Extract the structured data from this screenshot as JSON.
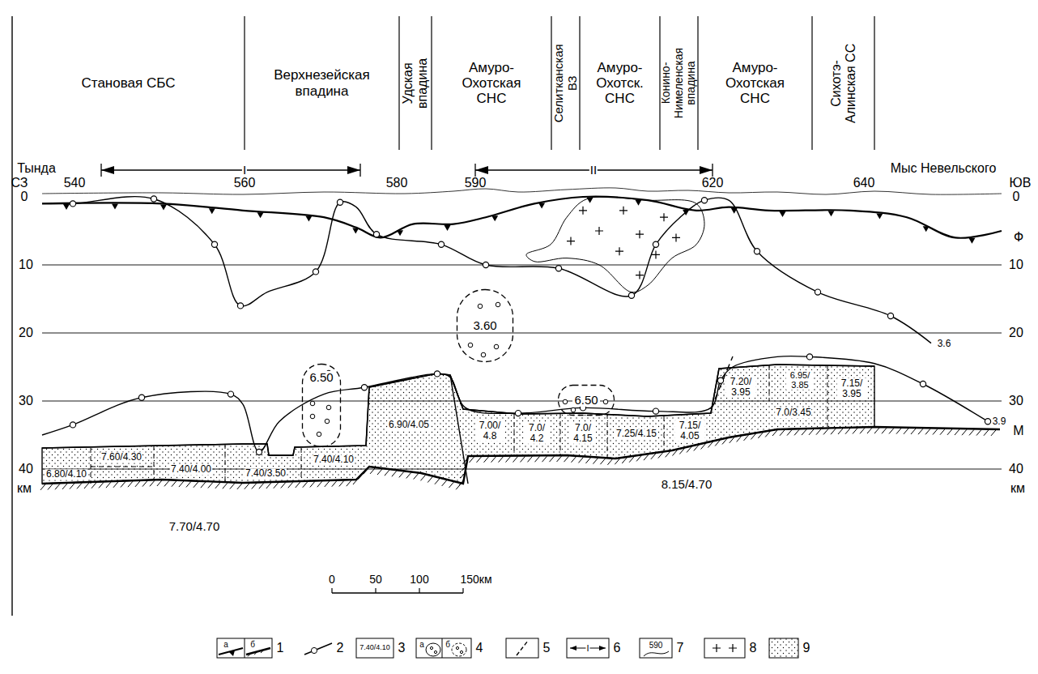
{
  "diagram": {
    "nodes": [
      {
        "text": [
          "Становая СБС"
        ]
      },
      {
        "text": [
          "Верхнезейская впадина"
        ]
      },
      {
        "text": [
          "Удская впадина"
        ]
      },
      {
        "text": [
          "Амуро-Охотская СНС"
        ]
      },
      {
        "text": [
          "Селитканская ВЗ"
        ]
      },
      {
        "text": [
          "Амуро-Охотск. СНС"
        ]
      },
      {
        "text": [
          "Конино-Нимеленская впадина"
        ]
      },
      {
        "text": [
          "Амуро-Охотская СНС"
        ]
      },
      {
        "text": [
          "Сихотэ-Алинская СС"
        ]
      },
      {
        "text": [
          "3.60"
        ]
      },
      {
        "text": [
          "6.50"
        ]
      },
      {
        "text": [
          "6.50"
        ]
      }
    ],
    "labels": [
      "Тында",
      "Мыс Невельского",
      "СЗ",
      "540",
      "560",
      "580",
      "590",
      "620",
      "640",
      "ЮВ",
      "I",
      "II",
      "0",
      "10",
      "20",
      "30",
      "40",
      "км",
      "0",
      "10",
      "20",
      "30",
      "40",
      "км",
      "Ф",
      "3.6",
      "3.9",
      "М",
      "7.60/4.30",
      "6.80/4.10",
      "7.40/4.00",
      "7.40/3.50",
      "7.40/4.10",
      "6.90/4.05",
      "7.00/ 4.8",
      "7.0/ 4.2",
      "7.0/ 4.15",
      "7.25/4.15",
      "7.15/ 4.05",
      "7.20/ 3.95",
      "6.95/ 3.85",
      "7.15/ 3.95",
      "7.0/3.45",
      "8.15/4.70",
      "7.70/4.70",
      "0",
      "50",
      "100",
      "150км",
      "а",
      "б",
      "7.40/4.10",
      "а",
      "б",
      "I",
      "590"
    ],
    "legend": [
      {
        "text": "1"
      },
      {
        "text": "2"
      },
      {
        "text": "3"
      },
      {
        "text": "4"
      },
      {
        "text": "5"
      },
      {
        "text": "6"
      },
      {
        "text": "7"
      },
      {
        "text": "8"
      },
      {
        "text": "9"
      }
    ]
  }
}
